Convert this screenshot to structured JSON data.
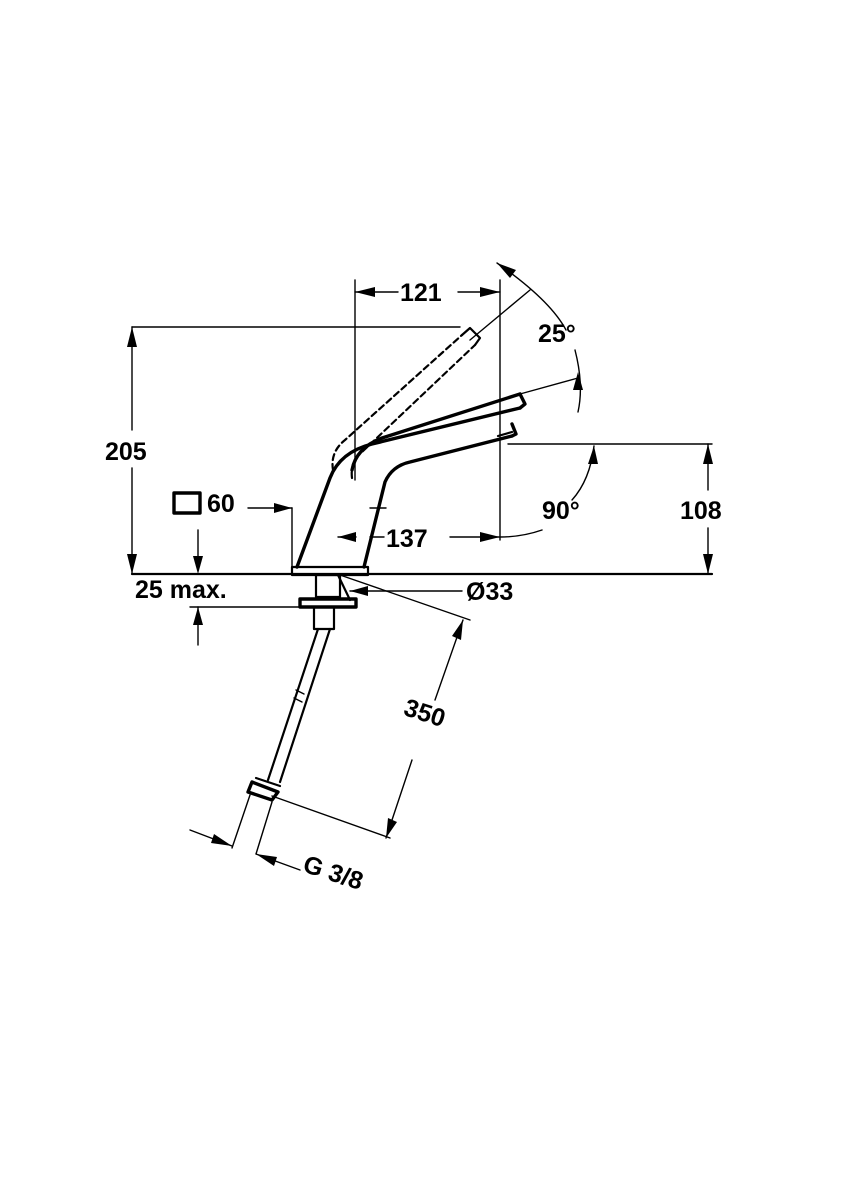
{
  "dimensions": {
    "spout_reach": "121",
    "lever_angle": "25°",
    "total_height": "205",
    "base_square": "60",
    "spout_rotation": "90°",
    "spout_height": "108",
    "spout_projection": "137",
    "max_deck_thickness": "25 max.",
    "base_diameter": "Ø33",
    "hose_length": "350",
    "hose_connection": "G 3/8"
  },
  "colors": {
    "line": "#000000",
    "background": "#ffffff"
  },
  "icons": {
    "square_symbol": "square-icon"
  }
}
